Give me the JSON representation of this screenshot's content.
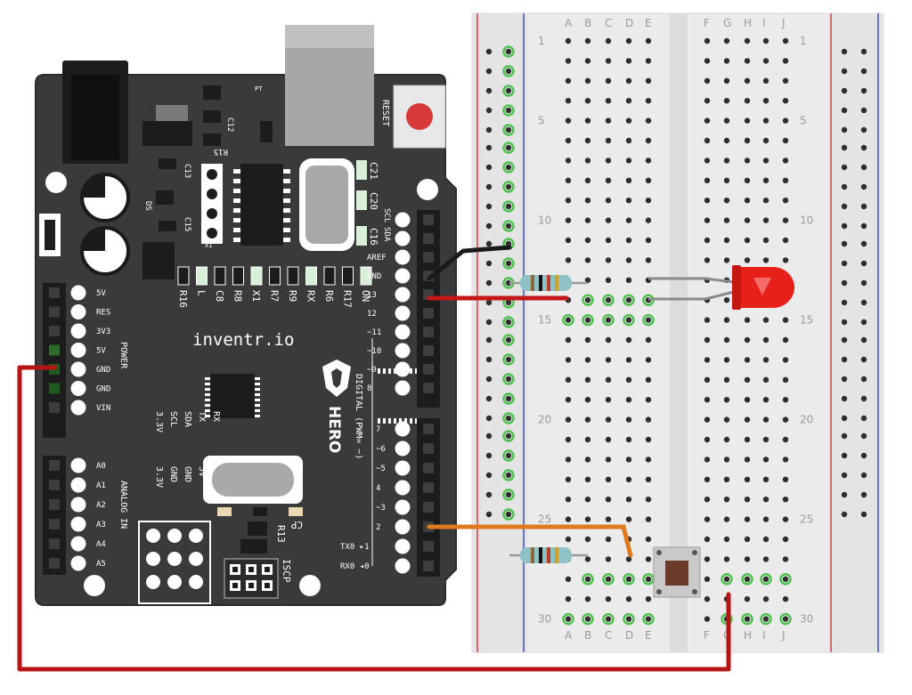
{
  "board": {
    "brand": "inventr.io",
    "logo_text": "HERO",
    "reset_label": "RESET",
    "power_section_label": "POWER",
    "analog_section_label": "ANALOG IN",
    "digital_section_label": "DIGITAL (PWM= ~)",
    "power_pins": [
      "5V",
      "RES",
      "3V3",
      "5V",
      "GND",
      "GND",
      "VIN"
    ],
    "analog_pins": [
      "A0",
      "A1",
      "A2",
      "A3",
      "A4",
      "A5"
    ],
    "top_header_pins": [
      "SCL",
      "SDA",
      "AREF",
      "GND",
      "13",
      "12",
      "~11",
      "~10",
      "~9",
      "8"
    ],
    "bottom_header_pins": [
      "7",
      "~6",
      "~5",
      "4",
      "~3",
      "2",
      "TX0 ▸1",
      "RX0 ◂0"
    ],
    "led_labels": [
      "R16",
      "L",
      "C8",
      "R8",
      "X1",
      "R7",
      "R9",
      "RX",
      "R6",
      "R17",
      "ON"
    ],
    "cap_labels": [
      "C21",
      "C20",
      "C16"
    ],
    "misc_labels": {
      "c12": "C12",
      "c13": "C13",
      "c15": "C15",
      "r15": "R15",
      "x1": "X1",
      "ds": "DS",
      "r13": "R13",
      "cp": "CP",
      "icsp": "ISCP",
      "pt": "PT"
    },
    "silk_cols": [
      [
        "3.3V",
        "3.3V"
      ],
      [
        "SCL",
        "GND"
      ],
      [
        "SDA",
        "GND"
      ],
      [
        "TX",
        "5V"
      ],
      [
        "RX",
        "GND"
      ]
    ]
  },
  "breadboard": {
    "col_letters_left": [
      "A",
      "B",
      "C",
      "D",
      "E"
    ],
    "col_letters_right": [
      "F",
      "G",
      "H",
      "I",
      "J"
    ],
    "row_numbers": [
      "1",
      "5",
      "10",
      "15",
      "20",
      "25",
      "30"
    ]
  },
  "components": {
    "led_color": "#e8201a",
    "resistor_bands": [
      "#8a6a3a",
      "#111111",
      "#c0392b",
      "#c9a227"
    ],
    "button_cap_color": "#6b3a2a",
    "wire_colors": {
      "gnd": "#1a1a1a",
      "pin13": "#c41818",
      "pin2": "#e07a1e",
      "power": "#b51515"
    }
  },
  "colors": {
    "board": "#3b3a3a",
    "board_edge": "#2c2b2b",
    "breadboard": "#ebebeb",
    "rail_red": "#d24040",
    "rail_blue": "#3b4fc4",
    "hole": "#2e2e2e",
    "hole_active": "#4ec24e",
    "silk": "#ffffff"
  }
}
